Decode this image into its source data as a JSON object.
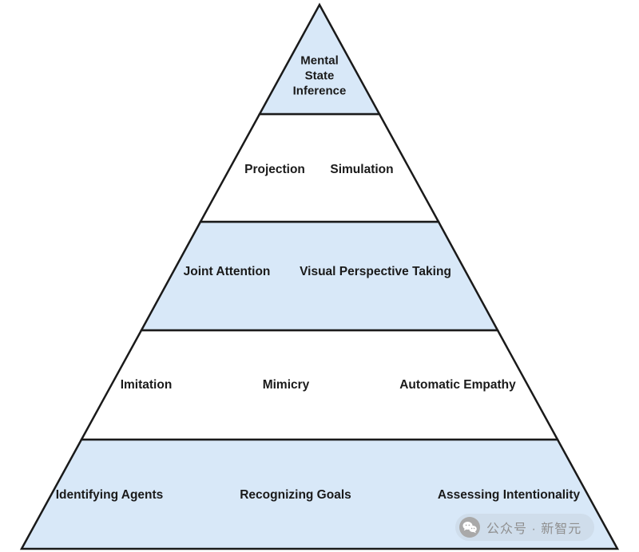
{
  "pyramid": {
    "colors": {
      "blue": "#d8e8f8",
      "white": "#ffffff",
      "stroke": "#1a1a1a"
    },
    "levels": [
      {
        "labels": [
          "Mental State Inference"
        ]
      },
      {
        "labels": [
          "Projection",
          "Simulation"
        ]
      },
      {
        "labels": [
          "Joint Attention",
          "Visual Perspective Taking"
        ]
      },
      {
        "labels": [
          "Imitation",
          "Mimicry",
          "Automatic Empathy"
        ]
      },
      {
        "labels": [
          "Identifying Agents",
          "Recognizing Goals",
          "Assessing Intentionality"
        ]
      }
    ]
  },
  "watermark": {
    "text": "公众号 · 新智元"
  }
}
